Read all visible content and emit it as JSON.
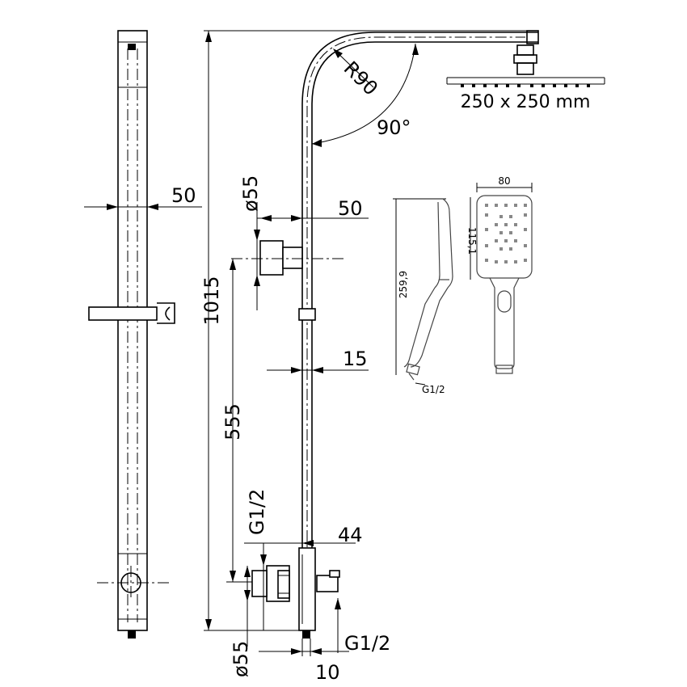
{
  "dimensions": {
    "bar_width": "50",
    "total_height": "1015",
    "diverter_diameter": "ø55",
    "diverter_offset": "50",
    "pipe_diameter": "15",
    "diverter_height": "555",
    "bottom_inlet_left": "G1/2",
    "mixer_depth": "44",
    "bottom_diameter": "ø55",
    "bottom_inlet_right": "G1/2",
    "bottom_offset": "10",
    "bend_radius": "R90",
    "bend_angle": "90°",
    "rain_head_size": "250 x 250 mm",
    "hand_width": "80",
    "hand_head_height": "115,1",
    "hand_length": "259,9",
    "hand_thread": "G1/2"
  }
}
